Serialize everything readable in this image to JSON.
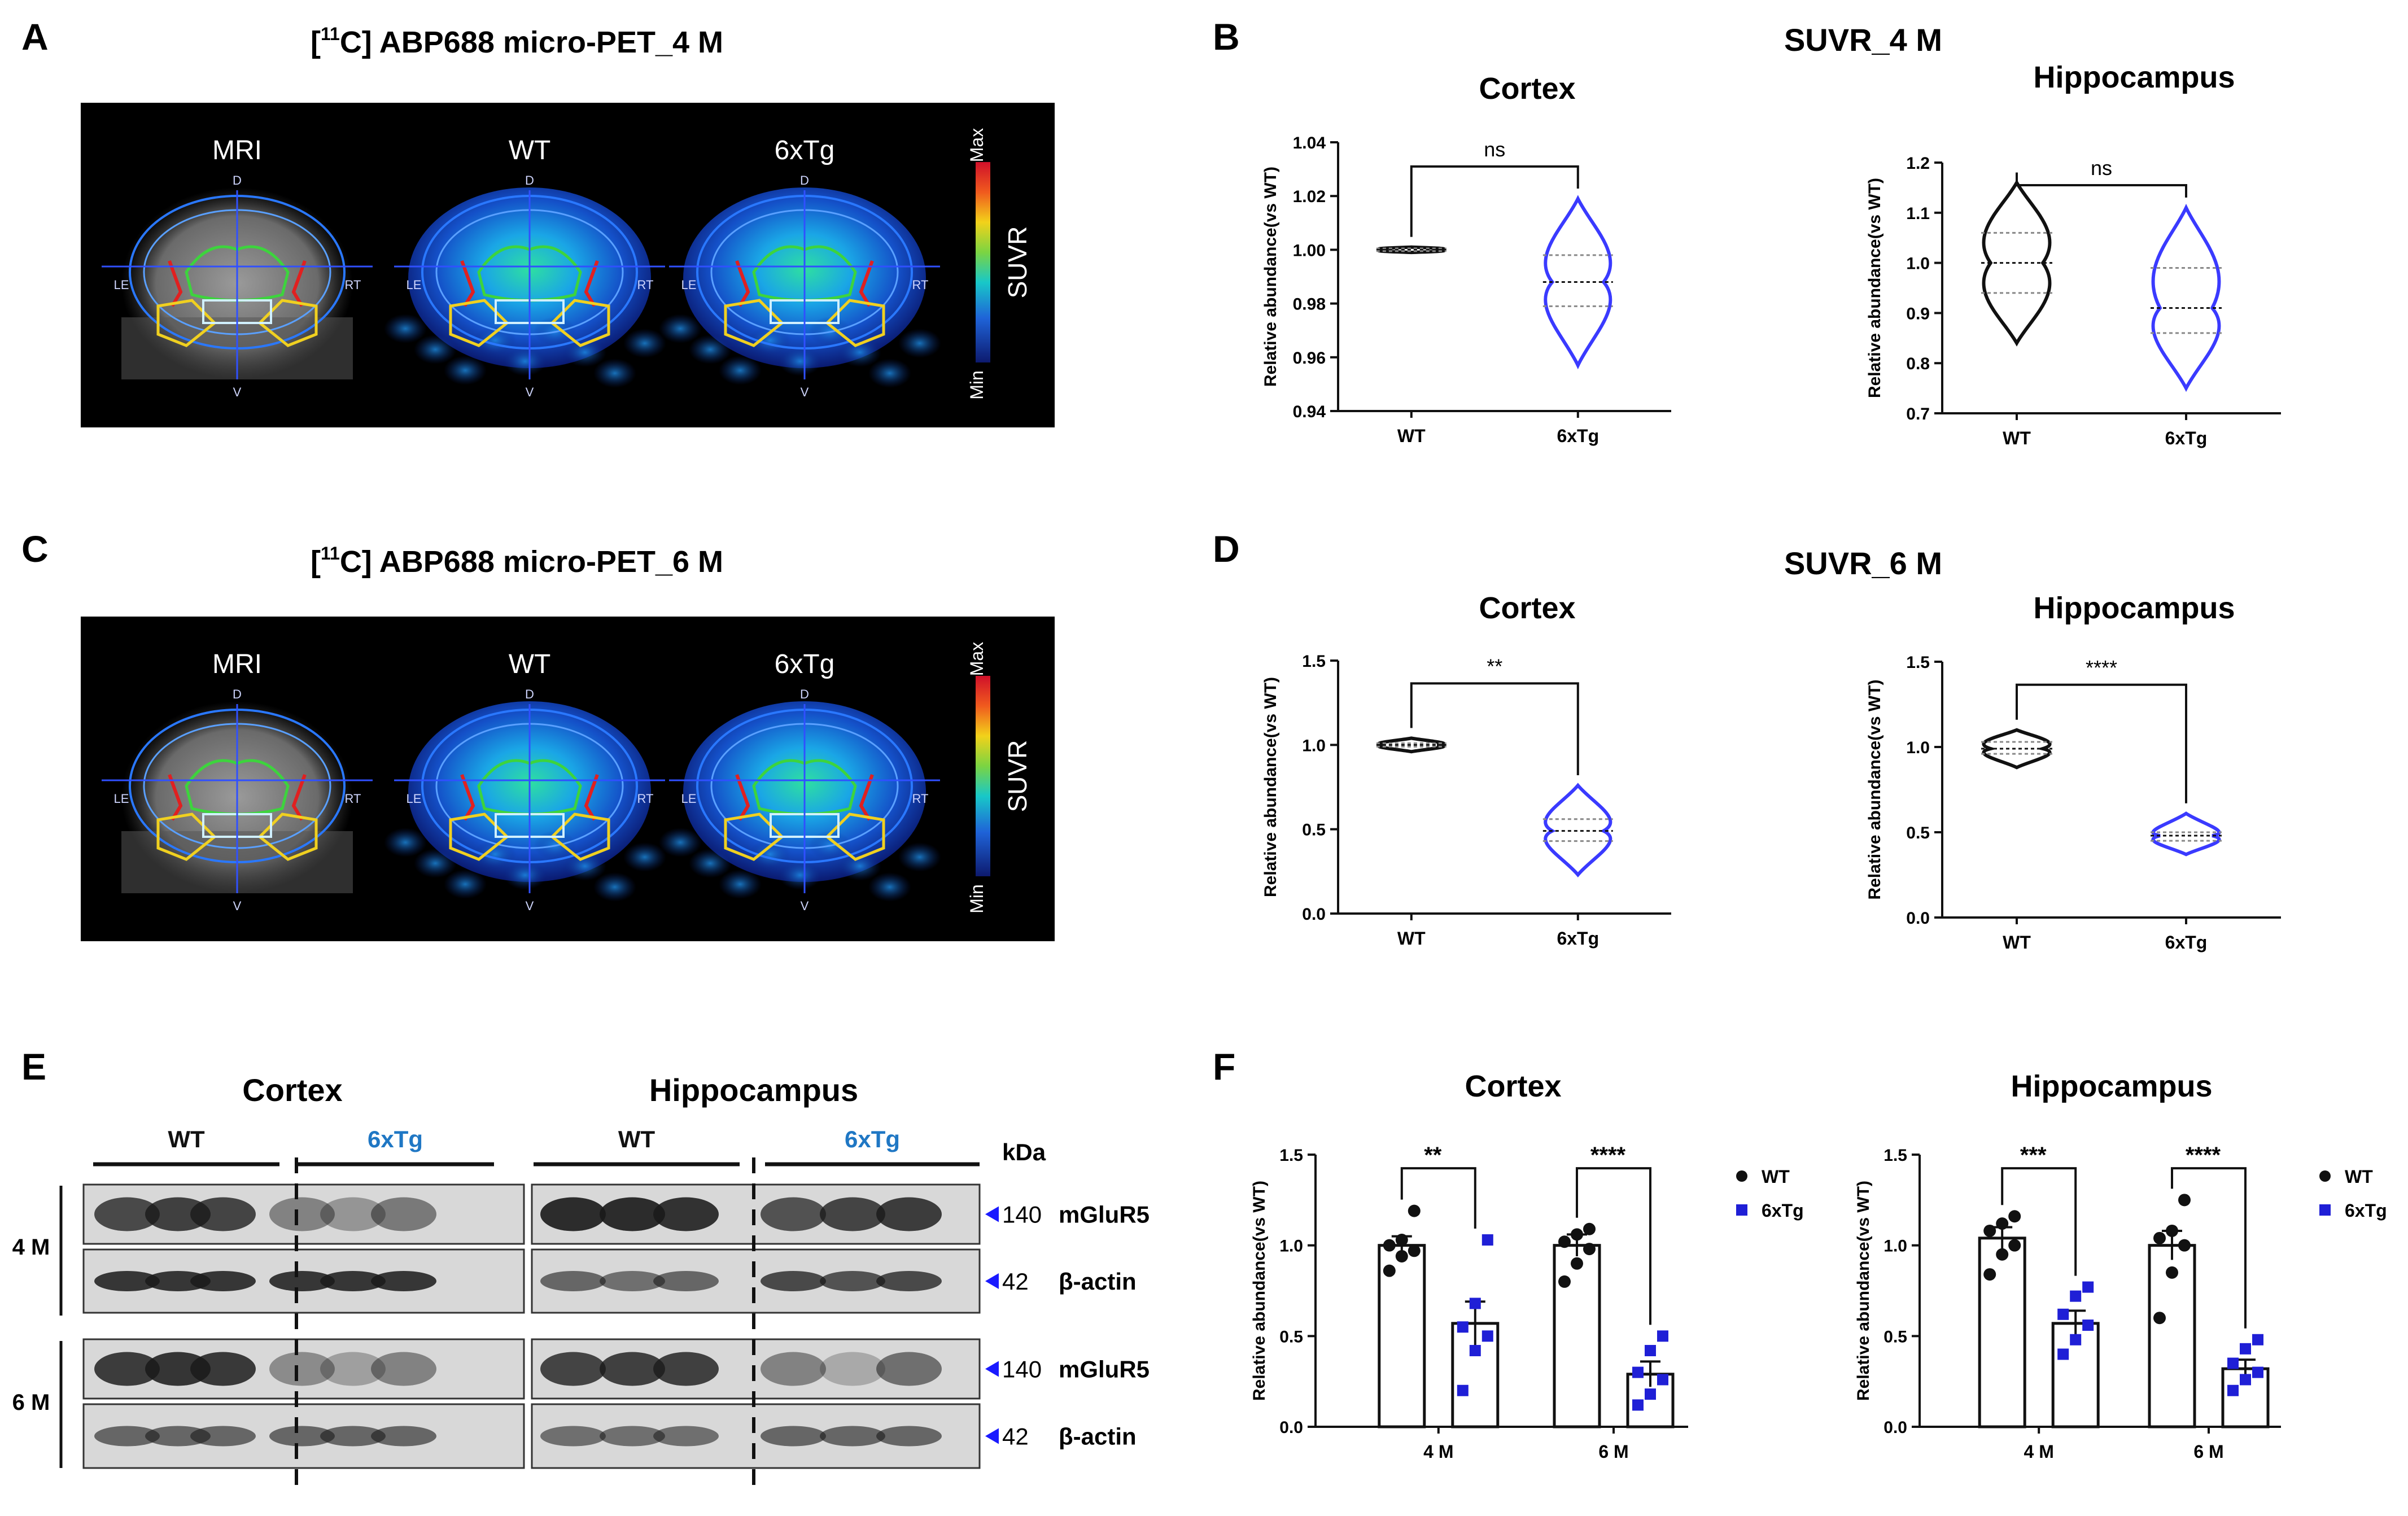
{
  "panels": {
    "A": {
      "letter": "A",
      "title_prefix": "[",
      "title_sup": "11",
      "title_rest": "C] ABP688 micro-PET_4 M",
      "image_labels": [
        "MRI",
        "WT",
        "6xTg"
      ],
      "colorbar": {
        "max": "Max",
        "min": "Min",
        "label": "SUVR"
      },
      "orientation_labels": {
        "dorsal": "D",
        "ventral": "V",
        "left": "LE",
        "right": "RT"
      }
    },
    "B": {
      "letter": "B",
      "title": "SUVR_4 M",
      "charts": [
        {
          "type": "violin",
          "title": "Cortex",
          "ylabel": "Relative abundance(vs WT)",
          "categories": [
            "WT",
            "6xTg"
          ],
          "yticks": [
            "0.94",
            "0.96",
            "0.98",
            "1.00",
            "1.02",
            "1.04"
          ],
          "ylim": [
            0.94,
            1.04
          ],
          "significance": "ns",
          "violins": [
            {
              "group": "WT",
              "median": 1.0,
              "q1": 0.9995,
              "q3": 1.0005,
              "min": 0.999,
              "max": 1.001
            },
            {
              "group": "6xTg",
              "median": 0.988,
              "q1": 0.979,
              "q3": 0.998,
              "min": 0.957,
              "max": 1.019
            }
          ]
        },
        {
          "type": "violin",
          "title": "Hippocampus",
          "ylabel": "Relative abundance(vs WT)",
          "categories": [
            "WT",
            "6xTg"
          ],
          "yticks": [
            "0.7",
            "0.8",
            "0.9",
            "1.0",
            "1.1",
            "1.2"
          ],
          "ylim": [
            0.7,
            1.2
          ],
          "significance": "ns",
          "violins": [
            {
              "group": "WT",
              "median": 1.0,
              "q1": 0.94,
              "q3": 1.06,
              "min": 0.84,
              "max": 1.16
            },
            {
              "group": "6xTg",
              "median": 0.91,
              "q1": 0.86,
              "q3": 0.99,
              "min": 0.75,
              "max": 1.11
            }
          ]
        }
      ]
    },
    "C": {
      "letter": "C",
      "title_prefix": "[",
      "title_sup": "11",
      "title_rest": "C] ABP688 micro-PET_6 M",
      "image_labels": [
        "MRI",
        "WT",
        "6xTg"
      ],
      "colorbar": {
        "max": "Max",
        "min": "Min",
        "label": "SUVR"
      },
      "orientation_labels": {
        "dorsal": "D",
        "ventral": "V",
        "left": "LE",
        "right": "RT"
      }
    },
    "D": {
      "letter": "D",
      "title": "SUVR_6 M",
      "charts": [
        {
          "type": "violin",
          "title": "Cortex",
          "ylabel": "Relative abundance(vs WT)",
          "categories": [
            "WT",
            "6xTg"
          ],
          "yticks": [
            "0.0",
            "0.5",
            "1.0",
            "1.5"
          ],
          "ylim": [
            0,
            1.5
          ],
          "significance": "**",
          "violins": [
            {
              "group": "WT",
              "median": 1.0,
              "q1": 0.99,
              "q3": 1.01,
              "min": 0.96,
              "max": 1.04
            },
            {
              "group": "6xTg",
              "median": 0.49,
              "q1": 0.43,
              "q3": 0.56,
              "min": 0.23,
              "max": 0.76
            }
          ]
        },
        {
          "type": "violin",
          "title": "Hippocampus",
          "ylabel": "Relative abundance(vs WT)",
          "categories": [
            "WT",
            "6xTg"
          ],
          "yticks": [
            "0.0",
            "0.5",
            "1.0",
            "1.5"
          ],
          "ylim": [
            0,
            1.5
          ],
          "significance": "****",
          "violins": [
            {
              "group": "WT",
              "median": 0.99,
              "q1": 0.96,
              "q3": 1.03,
              "min": 0.88,
              "max": 1.1
            },
            {
              "group": "6xTg",
              "median": 0.48,
              "q1": 0.45,
              "q3": 0.5,
              "min": 0.37,
              "max": 0.61
            }
          ]
        }
      ]
    },
    "E": {
      "letter": "E",
      "region_labels": [
        "Cortex",
        "Hippocampus"
      ],
      "group_labels": [
        "WT",
        "6xTg",
        "WT",
        "6xTg"
      ],
      "group_colors": [
        "#111111",
        "#1f77c4",
        "#111111",
        "#1f77c4"
      ],
      "kda_label": "kDa",
      "timepoints": [
        "4 M",
        "6 M"
      ],
      "rows": [
        {
          "kda": "140",
          "protein": "mGluR5"
        },
        {
          "kda": "42",
          "protein": "β-actin"
        },
        {
          "kda": "140",
          "protein": "mGluR5"
        },
        {
          "kda": "42",
          "protein": "β-actin"
        }
      ],
      "arrow_color": "#1a1aff"
    },
    "F": {
      "letter": "F",
      "charts": [
        {
          "type": "bar",
          "title": "Cortex",
          "ylabel": "Relative abundance(vs WT)",
          "categories": [
            "4 M",
            "6 M"
          ],
          "yticks": [
            "0.0",
            "0.5",
            "1.0",
            "1.5"
          ],
          "ylim": [
            0,
            1.5
          ],
          "significance": [
            "**",
            "****"
          ],
          "series": [
            {
              "name": "WT",
              "values": [
                1.0,
                1.0
              ],
              "sem": [
                0.05,
                0.06
              ],
              "points": [
                [
                  0.86,
                  0.94,
                  0.97,
                  1.0,
                  1.03,
                  1.19
                ],
                [
                  0.8,
                  0.9,
                  0.98,
                  1.02,
                  1.06,
                  1.09
                ]
              ]
            },
            {
              "name": "6xTg",
              "values": [
                0.57,
                0.29
              ],
              "sem": [
                0.12,
                0.07
              ],
              "points": [
                [
                  0.2,
                  0.42,
                  0.5,
                  0.55,
                  0.68,
                  1.03
                ],
                [
                  0.12,
                  0.18,
                  0.26,
                  0.3,
                  0.42,
                  0.5
                ]
              ]
            }
          ]
        },
        {
          "type": "bar",
          "title": "Hippocampus",
          "ylabel": "Relative abundance(vs WT)",
          "categories": [
            "4 M",
            "6 M"
          ],
          "yticks": [
            "0.0",
            "0.5",
            "1.0",
            "1.5"
          ],
          "ylim": [
            0,
            1.5
          ],
          "significance": [
            "***",
            "****"
          ],
          "series": [
            {
              "name": "WT",
              "values": [
                1.04,
                1.0
              ],
              "sem": [
                0.06,
                0.08
              ],
              "points": [
                [
                  0.84,
                  0.95,
                  1.0,
                  1.08,
                  1.12,
                  1.16
                ],
                [
                  0.6,
                  0.85,
                  1.0,
                  1.04,
                  1.08,
                  1.25
                ]
              ]
            },
            {
              "name": "6xTg",
              "values": [
                0.57,
                0.32
              ],
              "sem": [
                0.07,
                0.05
              ],
              "points": [
                [
                  0.4,
                  0.48,
                  0.56,
                  0.62,
                  0.72,
                  0.77
                ],
                [
                  0.2,
                  0.26,
                  0.3,
                  0.35,
                  0.43,
                  0.48
                ]
              ]
            }
          ]
        }
      ],
      "legend": [
        "WT",
        "6xTg"
      ]
    }
  },
  "colors": {
    "wt": "#111111",
    "tg": "#3a3aff",
    "tg_legend": "#1f1fd6",
    "pet_bg": "#000000"
  }
}
